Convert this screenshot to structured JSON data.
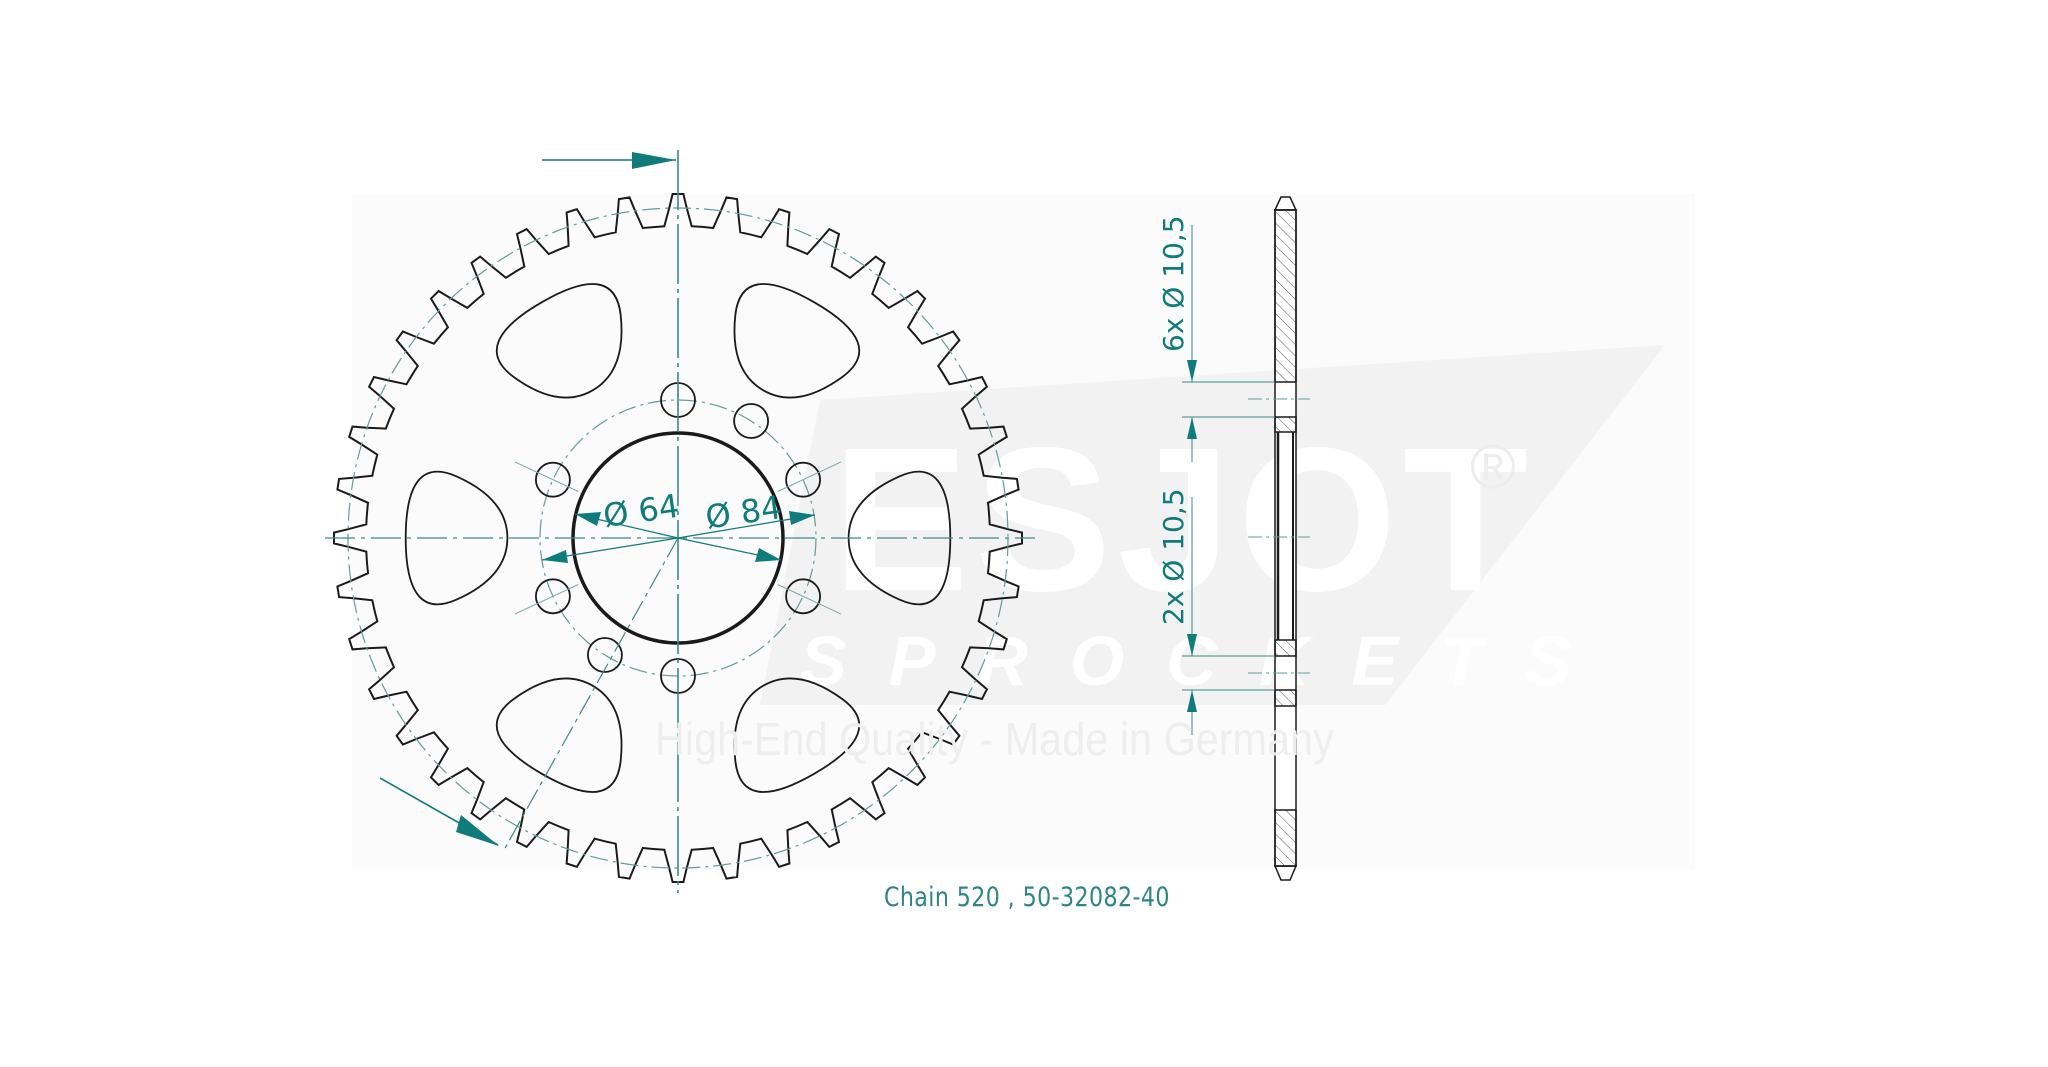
{
  "drawing": {
    "title": "Sprocket technical drawing",
    "caption": "Chain 520 , 50-32082-40",
    "chain": "520",
    "part_number": "50-32082-40",
    "teeth": 40,
    "colors": {
      "line": "#1a1a1a",
      "dimension": "#0f7b7b",
      "centerline": "#3a8a88",
      "watermark": "#eeeeee",
      "panel": "#fbfbfb"
    }
  },
  "front_view": {
    "center_bore_label": "Ø 64",
    "bolt_circle_label": "Ø 84",
    "bore_diameter": 64,
    "bolt_circle_diameter": 84,
    "bolt_holes": 8,
    "lightening_windows": 6
  },
  "side_view": {
    "dim_top_label": "6x Ø 10,5",
    "dim_bottom_label": "2x Ø 10,5",
    "hole_count_a": 6,
    "hole_count_b": 2,
    "hole_diameter": "10,5"
  },
  "watermark": {
    "brand": "ESJOT",
    "registered": "®",
    "subtitle": "SPROCKETS",
    "tagline": "High-End Quality - Made in Germany"
  }
}
